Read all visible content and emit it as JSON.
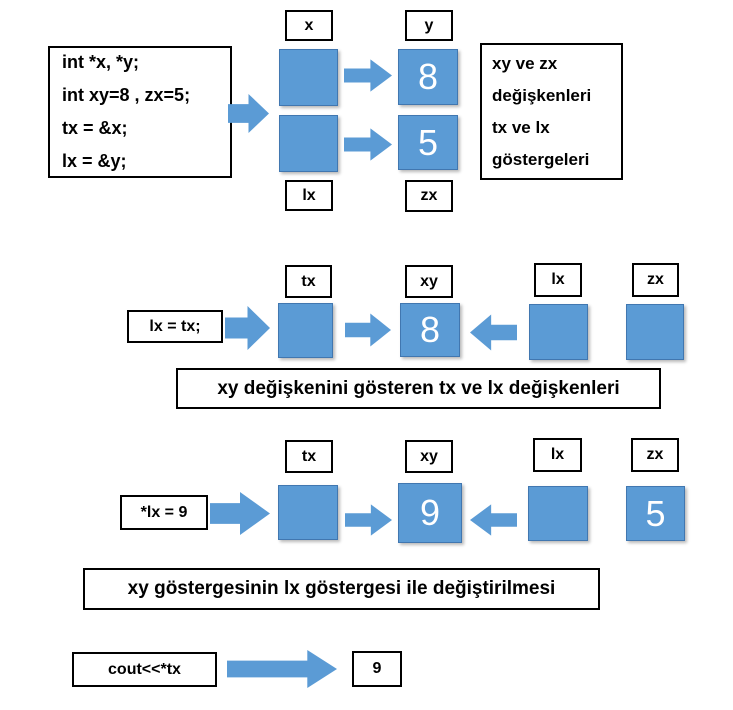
{
  "colors": {
    "accent_blue": "#5B9BD5",
    "cell_border_blue": "#4177B0"
  },
  "s1": {
    "code": {
      "line1": "int *x, *y;",
      "line2": "int xy=8 , zx=5;",
      "line3": "tx = &x;",
      "line4": "lx = &y;"
    },
    "labels": {
      "x": "x",
      "y": "y",
      "lx": "lx",
      "zx": "zx"
    },
    "values": {
      "y": "8",
      "zx": "5"
    },
    "note": {
      "line1": "xy ve zx",
      "line2": "değişkenleri",
      "line3": "tx ve lx",
      "line4": "göstergeleri"
    }
  },
  "s2": {
    "statement": "lx = tx;",
    "labels": {
      "tx": "tx",
      "xy": "xy",
      "lx": "lx",
      "zx": "zx"
    },
    "values": {
      "xy": "8"
    },
    "caption": "xy değişkenini gösteren tx ve lx değişkenleri"
  },
  "s3": {
    "statement": "*lx = 9",
    "labels": {
      "tx": "tx",
      "xy": "xy",
      "lx": "lx",
      "zx": "zx"
    },
    "values": {
      "xy": "9",
      "zx": "5"
    },
    "caption": "xy göstergesinin lx göstergesi ile değiştirilmesi"
  },
  "s4": {
    "statement": "cout<<*tx",
    "result": "9"
  }
}
